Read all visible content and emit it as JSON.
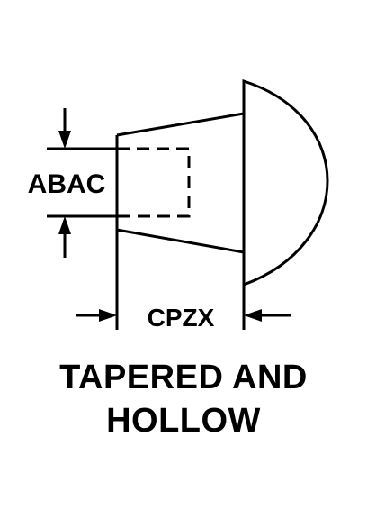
{
  "diagram": {
    "dimension_height_label": "ABAC",
    "dimension_length_label": "CPZX",
    "caption_line_1": "TAPERED AND",
    "caption_line_2": "HOLLOW",
    "colors": {
      "stroke": "#000000",
      "background": "#ffffff"
    }
  }
}
